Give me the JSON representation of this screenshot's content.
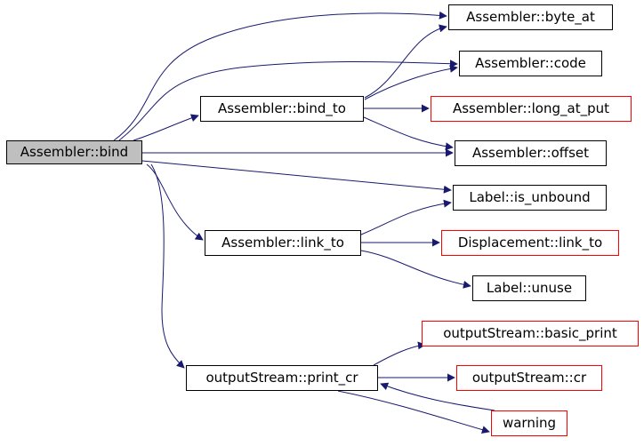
{
  "diagram": {
    "nodes": {
      "bind": "Assembler::bind",
      "byte_at": "Assembler::byte_at",
      "code": "Assembler::code",
      "bind_to": "Assembler::bind_to",
      "long_at_put": "Assembler::long_at_put",
      "offset": "Assembler::offset",
      "is_unbound": "Label::is_unbound",
      "link_to": "Assembler::link_to",
      "disp_link_to": "Displacement::link_to",
      "unuse": "Label::unuse",
      "basic_print": "outputStream::basic_print",
      "print_cr": "outputStream::print_cr",
      "cr": "outputStream::cr",
      "warning": "warning"
    },
    "colors": {
      "root_fill": "#bfbfbf",
      "node_border": "#000000",
      "external_border": "#ff0000",
      "edge": "#191970"
    },
    "edges": [
      [
        "bind",
        "byte_at"
      ],
      [
        "bind",
        "code"
      ],
      [
        "bind",
        "bind_to"
      ],
      [
        "bind",
        "offset"
      ],
      [
        "bind",
        "is_unbound"
      ],
      [
        "bind",
        "link_to"
      ],
      [
        "bind",
        "print_cr"
      ],
      [
        "bind_to",
        "byte_at"
      ],
      [
        "bind_to",
        "code"
      ],
      [
        "bind_to",
        "long_at_put"
      ],
      [
        "bind_to",
        "offset"
      ],
      [
        "link_to",
        "is_unbound"
      ],
      [
        "link_to",
        "disp_link_to"
      ],
      [
        "link_to",
        "unuse"
      ],
      [
        "print_cr",
        "basic_print"
      ],
      [
        "print_cr",
        "cr"
      ],
      [
        "print_cr",
        "warning"
      ],
      [
        "warning",
        "print_cr"
      ]
    ]
  }
}
